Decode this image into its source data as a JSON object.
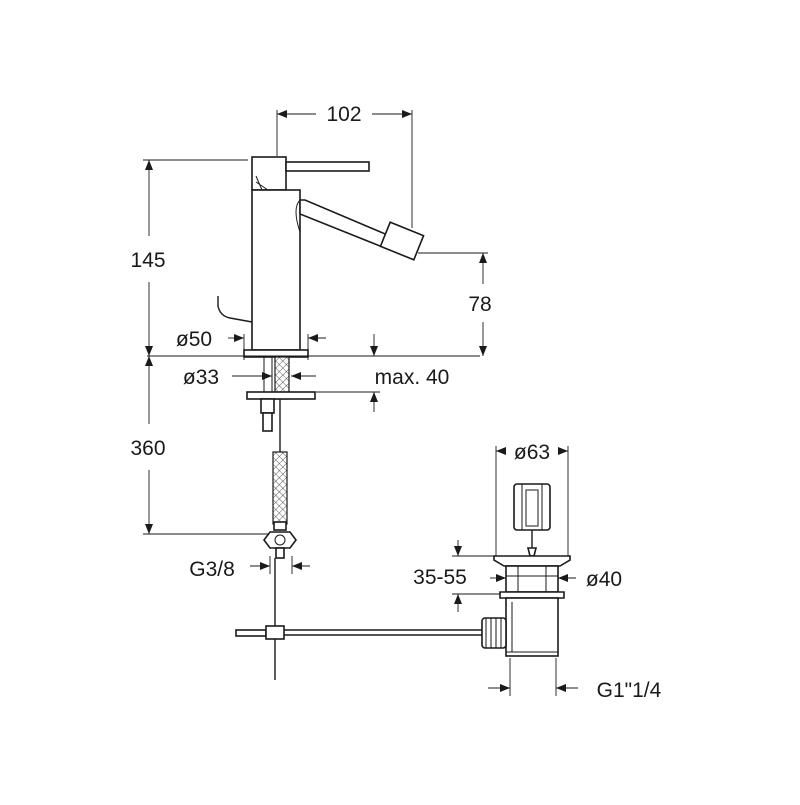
{
  "dimensions": {
    "spout_reach": "102",
    "total_height": "145",
    "spout_height": "78",
    "base_diameter": "ø50",
    "hole_diameter": "ø33",
    "max_deck_thickness": "max. 40",
    "hose_length": "360",
    "hose_thread": "G3/8",
    "pop_up_diameter": "ø63",
    "pop_up_range": "35-55",
    "waste_diameter": "ø40",
    "waste_thread": "G1\"1/4"
  }
}
